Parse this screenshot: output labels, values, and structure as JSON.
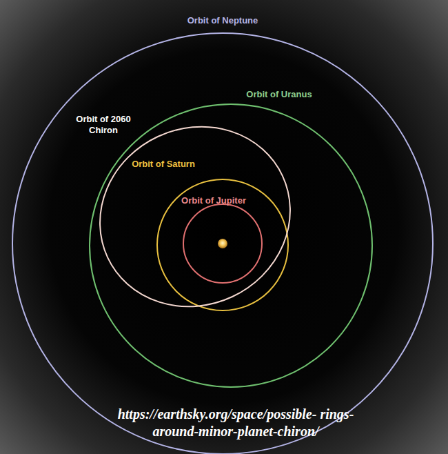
{
  "diagram": {
    "caption": "https://earthsky.org/space/possible- rings-around-minor-planet-chiron/",
    "labels": [
      "Orbit of Neptune",
      "Orbit of Uranus",
      "Orbit of 2060 Chiron",
      "Orbit of Saturn",
      "Orbit of Jupiter"
    ]
  }
}
